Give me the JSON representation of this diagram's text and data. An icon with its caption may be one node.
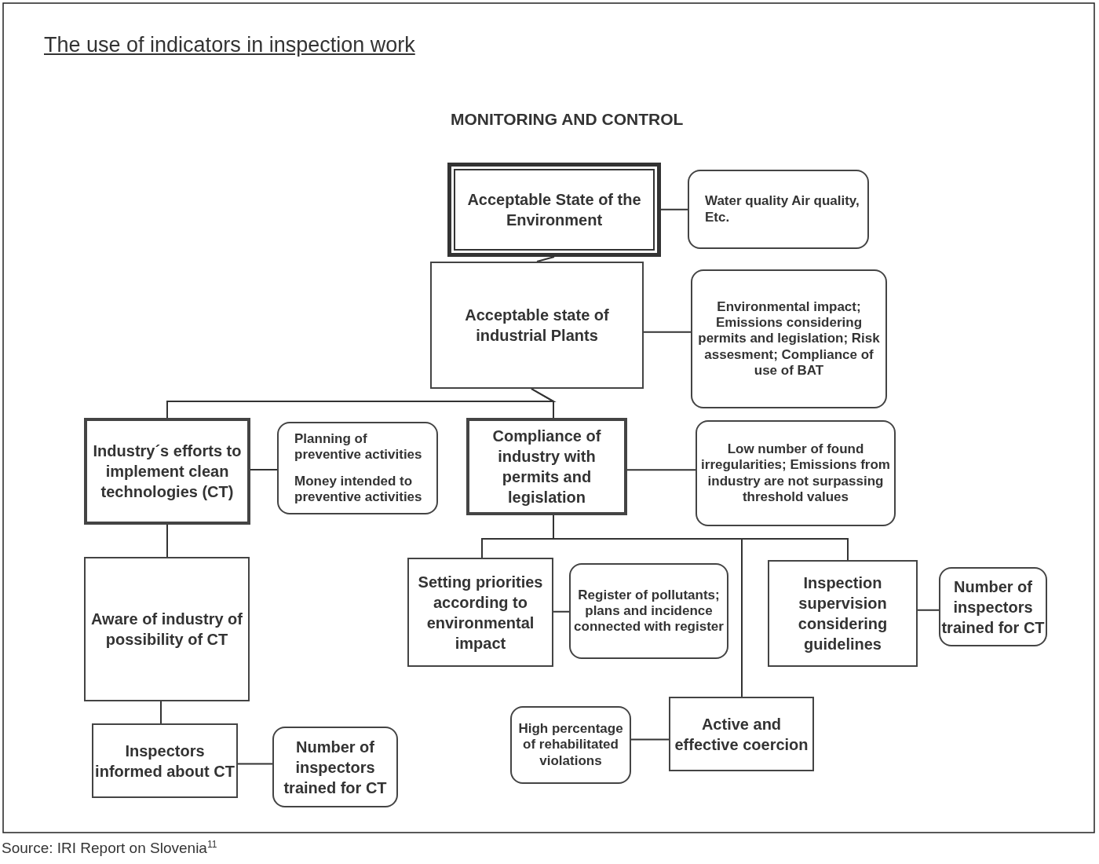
{
  "diagram": {
    "title": "The use of indicators in inspection work",
    "caption": "Source: IRI Report on Slovenia$^{11}$",
    "labels": [
      "MONITORING AND CONTROL"
    ],
    "nodes": [
      {
        "text": [
          "Acceptable State of the Environment"
        ]
      },
      {
        "text": [
          "Water quality Air quality, Etc."
        ]
      },
      {
        "text": [
          "Acceptable state of industrial Plants"
        ]
      },
      {
        "text": [
          "Environmental impact; Emissions considering permits and legislation; Risk assesment; Compliance of use of BAT"
        ]
      },
      {
        "text": [
          "Industry´s efforts to implement clean technologies (CT)"
        ]
      },
      {
        "text": [
          "Planning of preventive activities",
          "Money intended to preventive activities"
        ]
      },
      {
        "text": [
          "Compliance of industry with permits and legislation"
        ]
      },
      {
        "text": [
          "Low number of found irregularities; Emissions from industry are not surpassing threshold values"
        ]
      },
      {
        "text": [
          "Aware of industry of possibility of CT"
        ]
      },
      {
        "text": [
          "Inspectors informed about CT"
        ]
      },
      {
        "text": [
          "Number of inspectors trained for CT"
        ]
      },
      {
        "text": [
          "Setting priorities according to environmental impact"
        ]
      },
      {
        "text": [
          "Register of pollutants; plans and incidence connected with register"
        ]
      },
      {
        "text": [
          "Inspection supervision considering guidelines"
        ]
      },
      {
        "text": [
          "Number of inspectors trained for CT"
        ]
      },
      {
        "text": [
          "High percentage of rehabilitated violations"
        ]
      },
      {
        "text": [
          "Active and effective coercion"
        ]
      }
    ],
    "edges": [
      {
        "from": 0,
        "to": 1,
        "arrow": "none"
      },
      {
        "from": 0,
        "to": 2,
        "arrow": "none"
      },
      {
        "from": 2,
        "to": 3,
        "arrow": "none"
      },
      {
        "from": 2,
        "to": 4,
        "arrow": "none"
      },
      {
        "from": 2,
        "to": 6,
        "arrow": "none"
      },
      {
        "from": 4,
        "to": 5,
        "arrow": "none"
      },
      {
        "from": 6,
        "to": 7,
        "arrow": "none"
      },
      {
        "from": 4,
        "to": 8,
        "arrow": "none"
      },
      {
        "from": 8,
        "to": 9,
        "arrow": "none"
      },
      {
        "from": 9,
        "to": 10,
        "arrow": "none"
      },
      {
        "from": 6,
        "to": 11,
        "arrow": "none"
      },
      {
        "from": 6,
        "to": 13,
        "arrow": "none"
      },
      {
        "from": 6,
        "to": 16,
        "arrow": "none"
      },
      {
        "from": 11,
        "to": 12,
        "arrow": "none"
      },
      {
        "from": 13,
        "to": 14,
        "arrow": "none"
      },
      {
        "from": 16,
        "to": 15,
        "arrow": "none"
      }
    ]
  }
}
